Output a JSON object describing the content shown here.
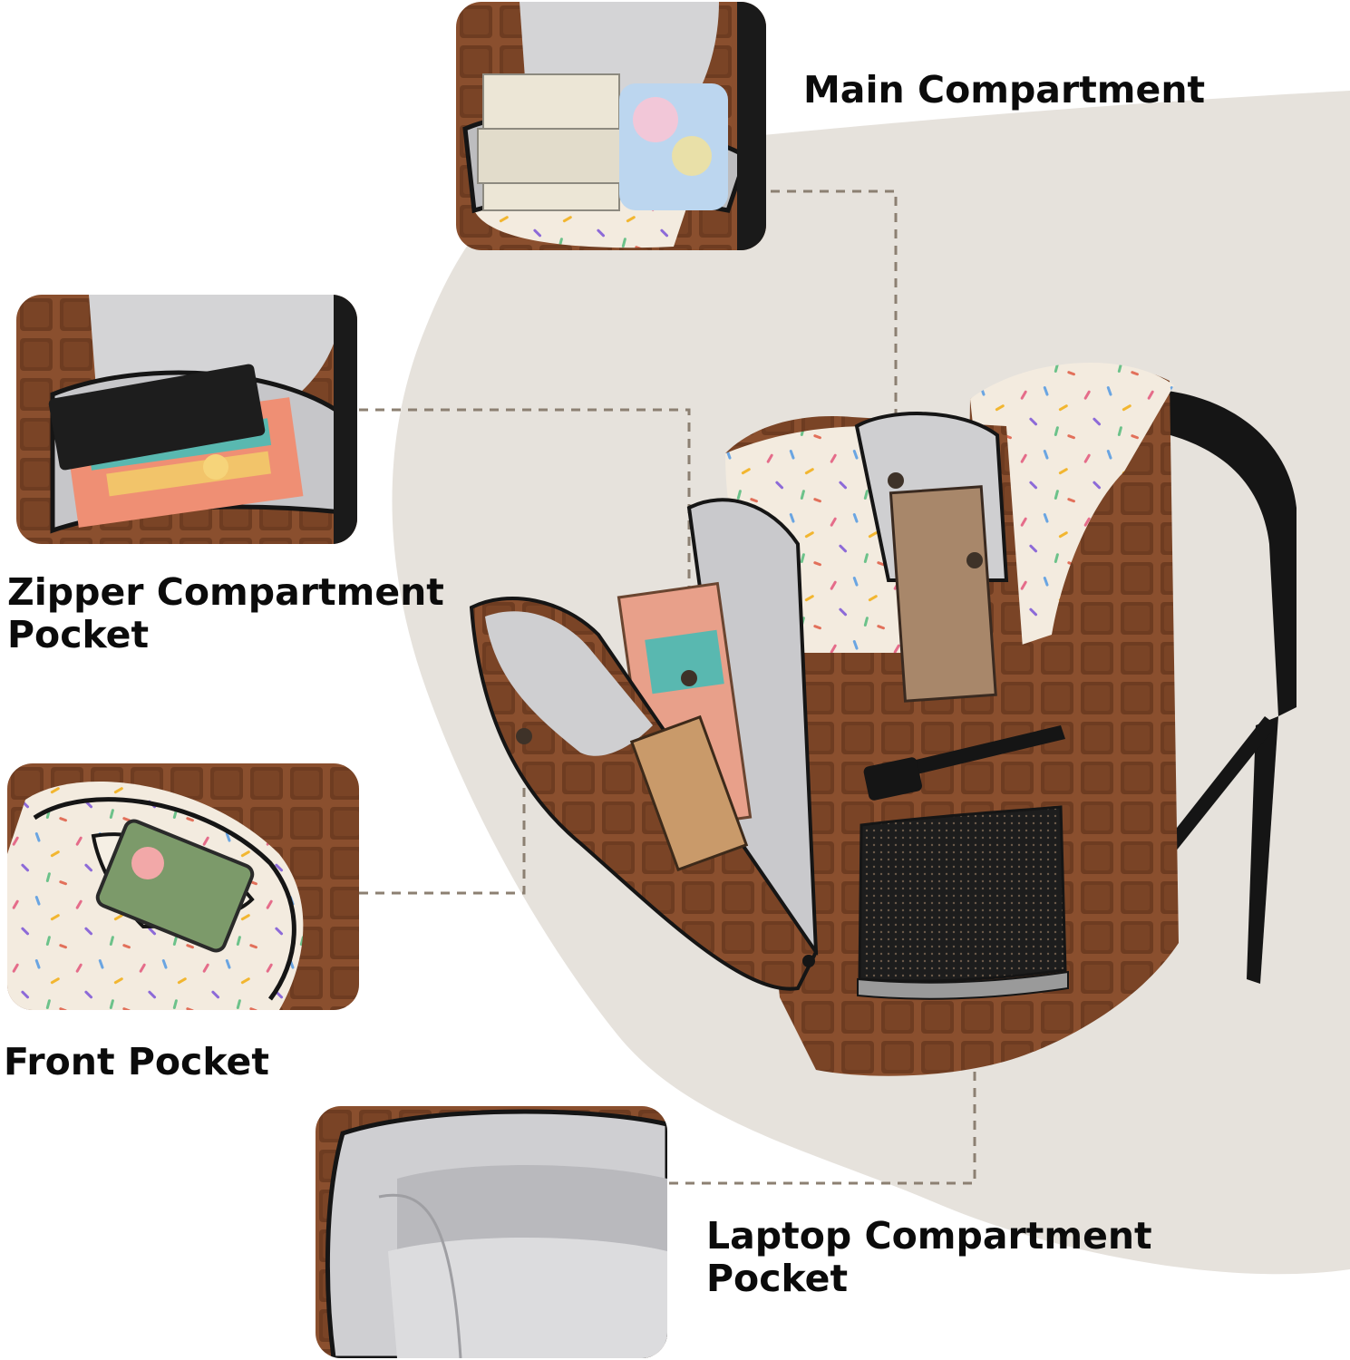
{
  "callouts": {
    "main": {
      "lines": [
        "Main Compartment"
      ]
    },
    "zipper": {
      "lines": [
        "Zipper Compartment",
        "Pocket"
      ]
    },
    "front": {
      "lines": [
        "Front Pocket"
      ]
    },
    "laptop": {
      "lines": [
        "Laptop Compartment",
        "Pocket"
      ]
    }
  },
  "colors": {
    "backdrop": "#e6e2dc",
    "chocolate": "#8a4f2e",
    "chocolate_dark": "#5c301a",
    "icing": "#f3ebdf",
    "lining": "#cfcfd1",
    "leader_line": "#8c8072",
    "strap": "#151515"
  }
}
